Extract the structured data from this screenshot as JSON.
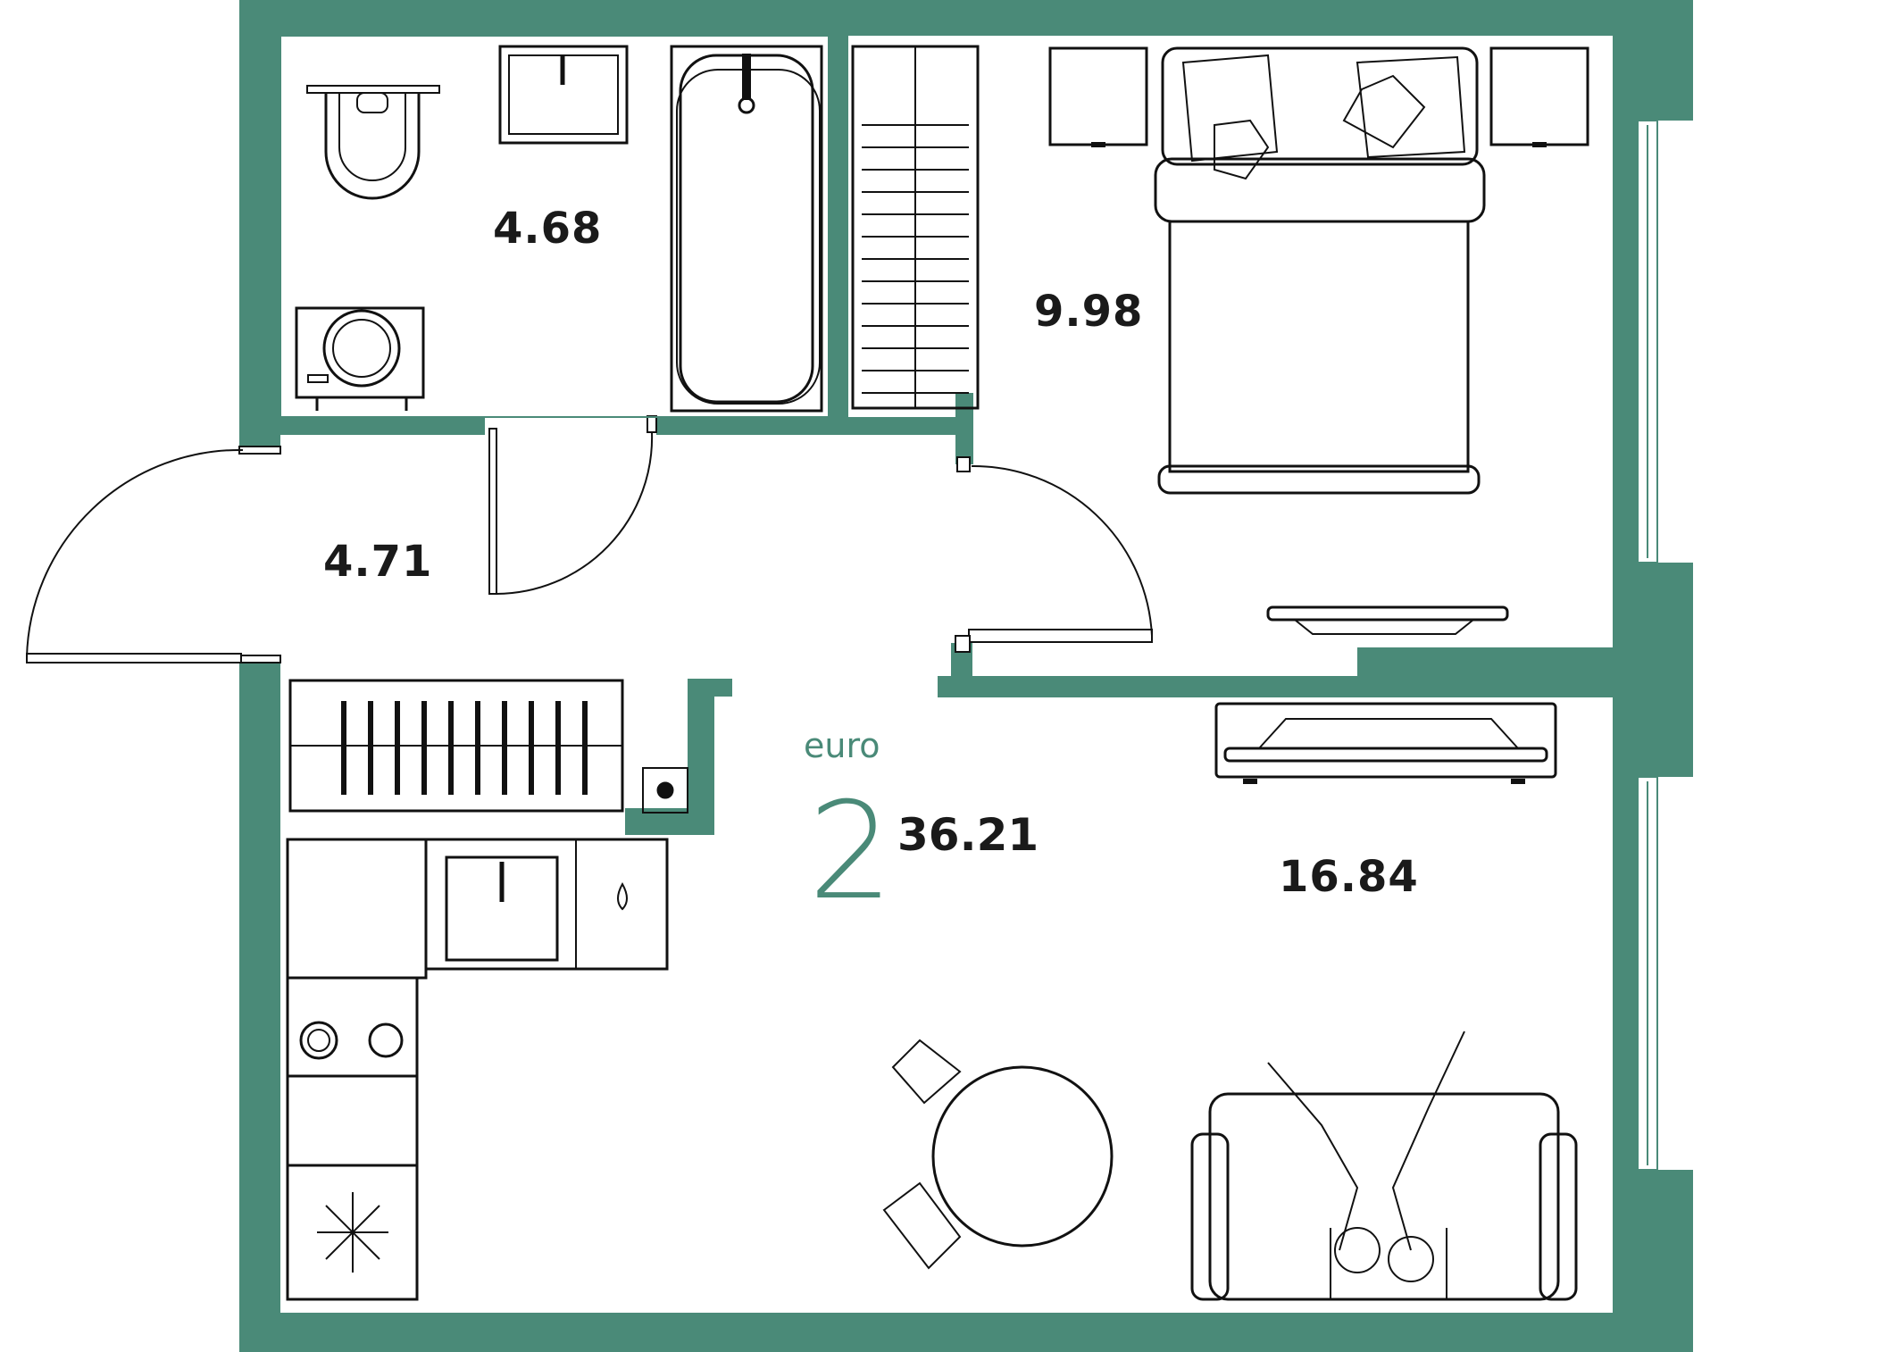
{
  "plan": {
    "wall_color": "#4a8a78",
    "line_color": "#111111",
    "accent_text_color": "#4a8a78"
  },
  "badge": {
    "type_word": "euro",
    "rooms": "2"
  },
  "total_area": "36.21",
  "rooms": {
    "bathroom": {
      "area": "4.68"
    },
    "bedroom": {
      "area": "9.98"
    },
    "hallway": {
      "area": "4.71"
    },
    "living": {
      "area": "16.84"
    }
  }
}
